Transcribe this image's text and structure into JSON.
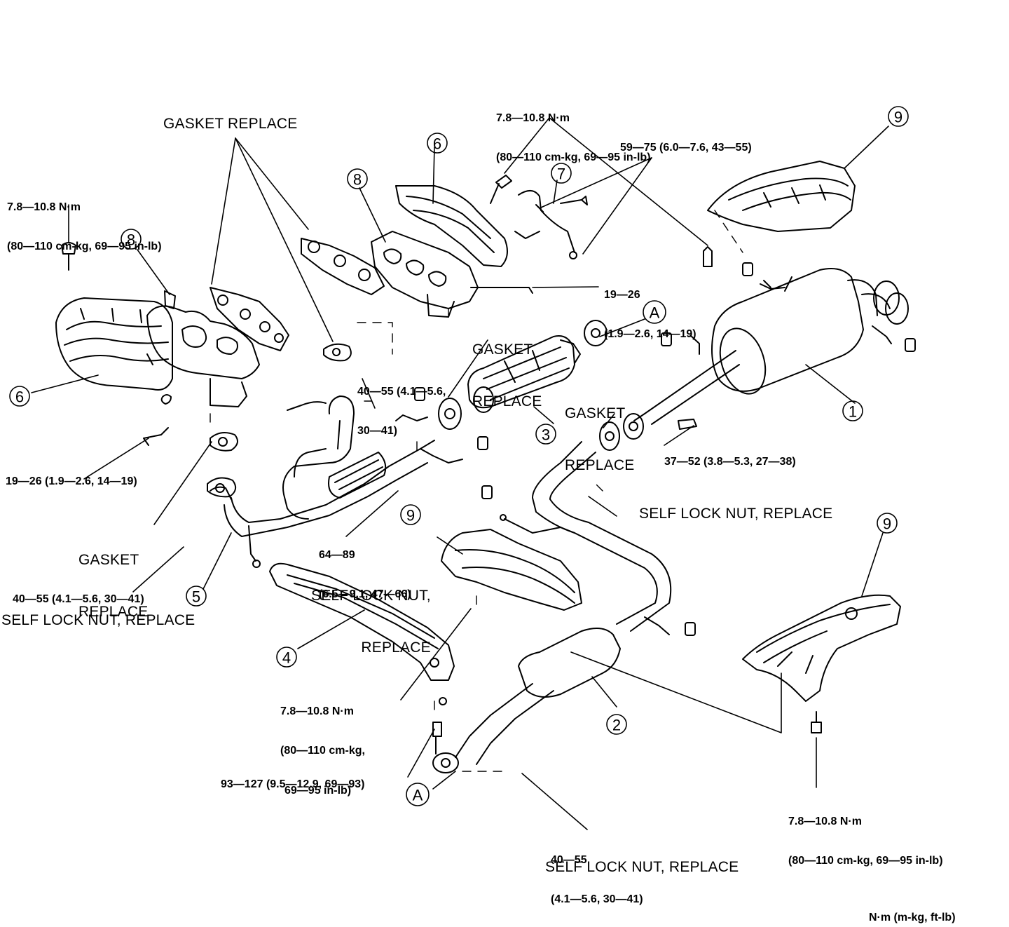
{
  "callouts": [
    "1",
    "2",
    "3",
    "4",
    "5",
    "6",
    "7",
    "8",
    "9",
    "A"
  ],
  "labels": {
    "gasket_replace": "GASKET REPLACE",
    "gasket_replace_split": [
      "GASKET",
      "REPLACE"
    ],
    "self_lock_nut_replace": "SELF LOCK NUT, REPLACE",
    "self_lock_nut_replace_split": [
      "SELF LOCK NUT,",
      "REPLACE"
    ]
  },
  "torques": {
    "t78_top": [
      "7.8—10.8 N·m",
      "(80—110 cm-kg, 69—95 in-lb)"
    ],
    "t78_left": [
      "7.8—10.8 N·m",
      "(80—110 cm-kg, 69—95 in-lb)"
    ],
    "t59_75": "59—75 (6.0—7.6, 43—55)",
    "t19_26_right": [
      "19—26",
      "(1.9—2.6, 14—19)"
    ],
    "t40_55_mid": [
      "40—55 (4.1—5.6,",
      "30—41)"
    ],
    "t19_26_left": "19—26 (1.9—2.6, 14—19)",
    "t37_52": "37—52 (3.8—5.3, 27—38)",
    "t64_89": [
      "64—89",
      "(6.5—9.1, 47—66)"
    ],
    "t40_55_left": "40—55 (4.1—5.6, 30—41)",
    "t78_bottom": [
      "7.8—10.8 N·m",
      "(80—110 cm-kg,",
      "69—95 in-lb)"
    ],
    "t93_127": "93—127 (9.5—12.9, 69—93)",
    "t40_55_bottom": [
      "40—55",
      "(4.1—5.6, 30—41)"
    ],
    "t78_right": [
      "7.8—10.8 N·m",
      "(80—110 cm-kg, 69—95 in-lb)"
    ]
  },
  "units_note": "N·m (m-kg, ft-lb)"
}
